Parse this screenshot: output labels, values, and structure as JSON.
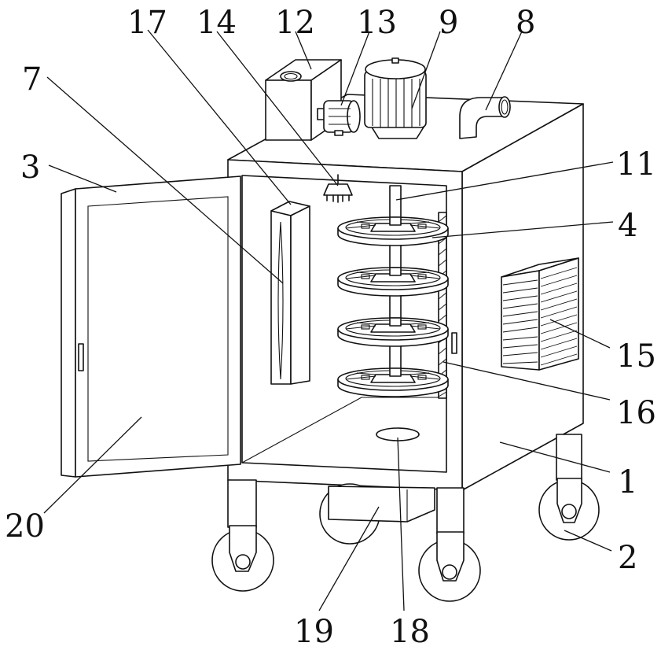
{
  "labels": [
    "17",
    "14",
    "12",
    "13",
    "9",
    "8",
    "7",
    "3",
    "11",
    "4",
    "15",
    "16",
    "1",
    "2",
    "20",
    "19",
    "18"
  ],
  "colors": {
    "line": "#111111",
    "background": "#ffffff"
  }
}
